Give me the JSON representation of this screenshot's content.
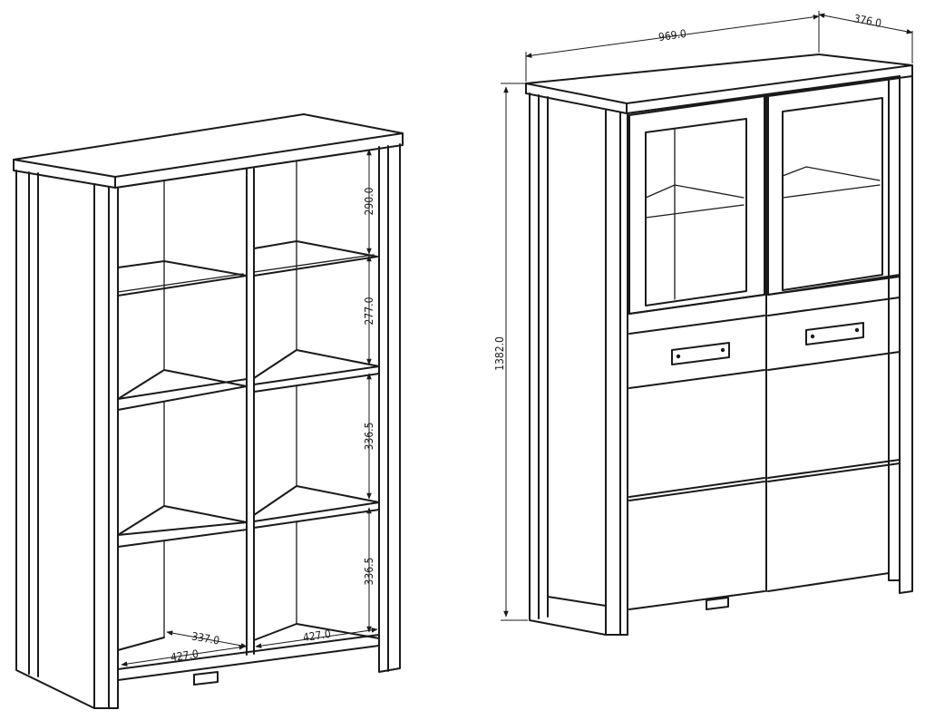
{
  "left_cabinet": {
    "dims": {
      "h_top": "290.0",
      "h_second": "277.0",
      "h_third": "336.5",
      "h_bottom": "336.5",
      "d_inner": "337.0",
      "w_left": "427.0",
      "w_right": "427.0"
    }
  },
  "right_cabinet": {
    "dims": {
      "width": "969.0",
      "depth": "376.0",
      "height": "1382.0"
    }
  }
}
